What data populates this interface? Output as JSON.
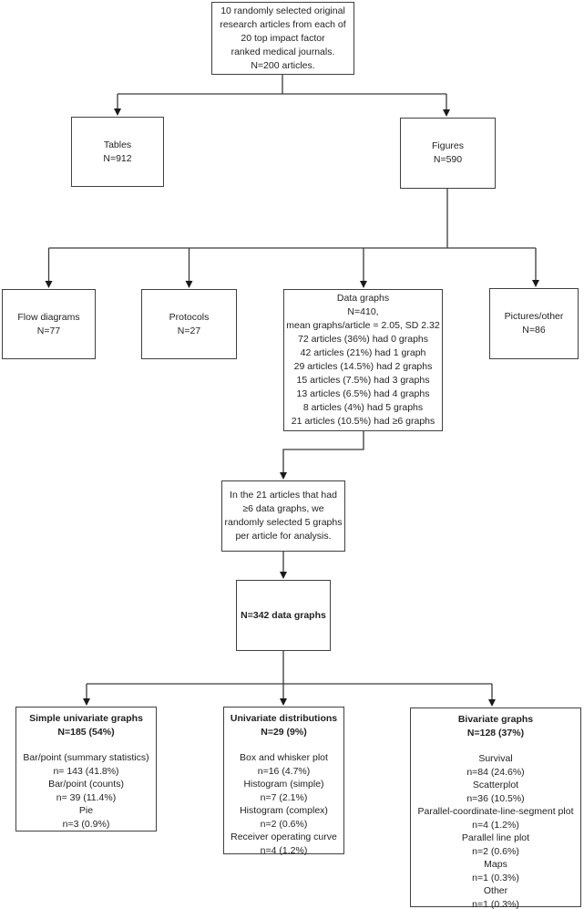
{
  "boxes": {
    "top": {
      "lines": [
        "10 randomly selected original",
        "research articles from each of",
        "20 top impact factor",
        "ranked medical journals.",
        "N=200 articles."
      ]
    },
    "tables": {
      "lines": [
        "Tables",
        "N=912"
      ]
    },
    "figures": {
      "lines": [
        "Figures",
        "N=590"
      ]
    },
    "flow_diagrams": {
      "lines": [
        "Flow diagrams",
        "N=77"
      ]
    },
    "protocols": {
      "lines": [
        "Protocols",
        "N=27"
      ]
    },
    "data_graphs": {
      "lines": [
        "Data graphs",
        "N=410,",
        "mean graphs/article = 2.05, SD 2.32",
        "72 articles (36%) had 0 graphs",
        "42 articles (21%) had 1 graph",
        "29 articles (14.5%) had 2 graphs",
        "15 articles (7.5%) had 3 graphs",
        "13 articles (6.5%) had 4 graphs",
        "8 articles (4%) had 5 graphs",
        "21 articles (10.5%) had ≥6 graphs"
      ]
    },
    "pictures_other": {
      "lines": [
        "Pictures/other",
        "N=86"
      ]
    },
    "selection": {
      "lines": [
        "In the 21 articles that had",
        "≥6 data graphs, we",
        "randomly selected 5 graphs",
        "per article for analysis."
      ]
    },
    "total": {
      "label": "N=342 data graphs"
    },
    "simple_univariate": {
      "title_lines": [
        "Simple univariate graphs",
        "N=185 (54%)"
      ],
      "lines": [
        "Bar/point (summary statistics)",
        "n= 143 (41.8%)",
        "Bar/point (counts)",
        "n= 39 (11.4%)",
        "Pie",
        "n=3 (0.9%)"
      ]
    },
    "univariate_distributions": {
      "title_lines": [
        "Univariate distributions",
        "N=29 (9%)"
      ],
      "lines": [
        "Box and whisker plot",
        "n=16 (4.7%)",
        "Histogram (simple)",
        "n=7 (2.1%)",
        "Histogram (complex)",
        "n=2 (0.6%)",
        "Receiver operating curve",
        "n=4 (1.2%)"
      ]
    },
    "bivariate": {
      "title_lines": [
        "Bivariate graphs",
        "N=128 (37%)"
      ],
      "lines": [
        "Survival",
        "n=84 (24.6%)",
        "Scatterplot",
        "n=36 (10.5%)",
        "Parallel-coordinate-line-segment plot",
        "n=4 (1.2%)",
        "Parallel line plot",
        "n=2 (0.6%)",
        "Maps",
        "n=1 (0.3%)",
        "Other",
        "n=1 (0.3%)"
      ]
    }
  },
  "colors": {
    "background": "#ffffff",
    "box_border": "#404040",
    "connector_line": "#3a3a3a",
    "arrowhead": "#1a1a1a",
    "text": "#1f1f1f"
  }
}
